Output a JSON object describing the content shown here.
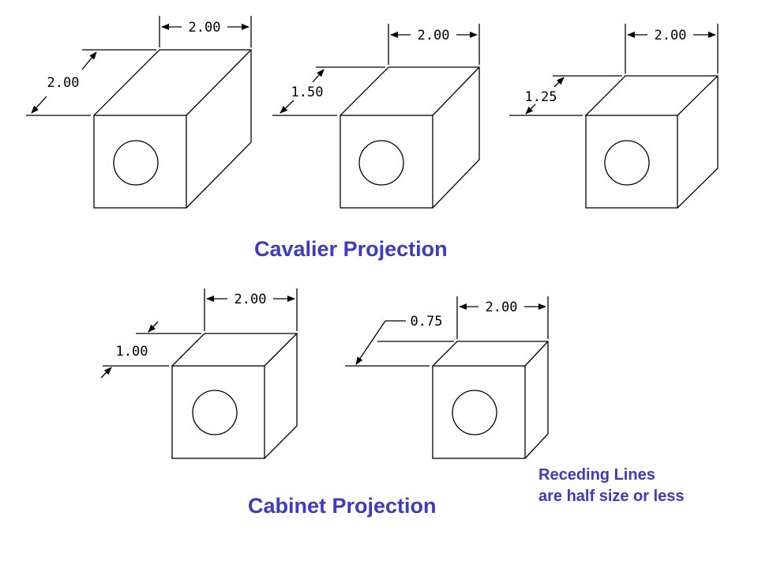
{
  "colors": {
    "title": "#3a3ad0",
    "lines": "#000000",
    "background": "#ffffff"
  },
  "cavalier": {
    "title": "Cavalier Projection",
    "blocks": [
      {
        "width_label": "2.00",
        "depth_label": "2.00"
      },
      {
        "width_label": "2.00",
        "depth_label": "1.50"
      },
      {
        "width_label": "2.00",
        "depth_label": "1.25"
      }
    ]
  },
  "cabinet": {
    "title": "Cabinet Projection",
    "blocks": [
      {
        "width_label": "2.00",
        "depth_label": "1.00"
      },
      {
        "width_label": "2.00",
        "depth_label": "0.75"
      }
    ]
  },
  "note": {
    "line1": "Receding Lines",
    "line2": "are half size or less"
  }
}
